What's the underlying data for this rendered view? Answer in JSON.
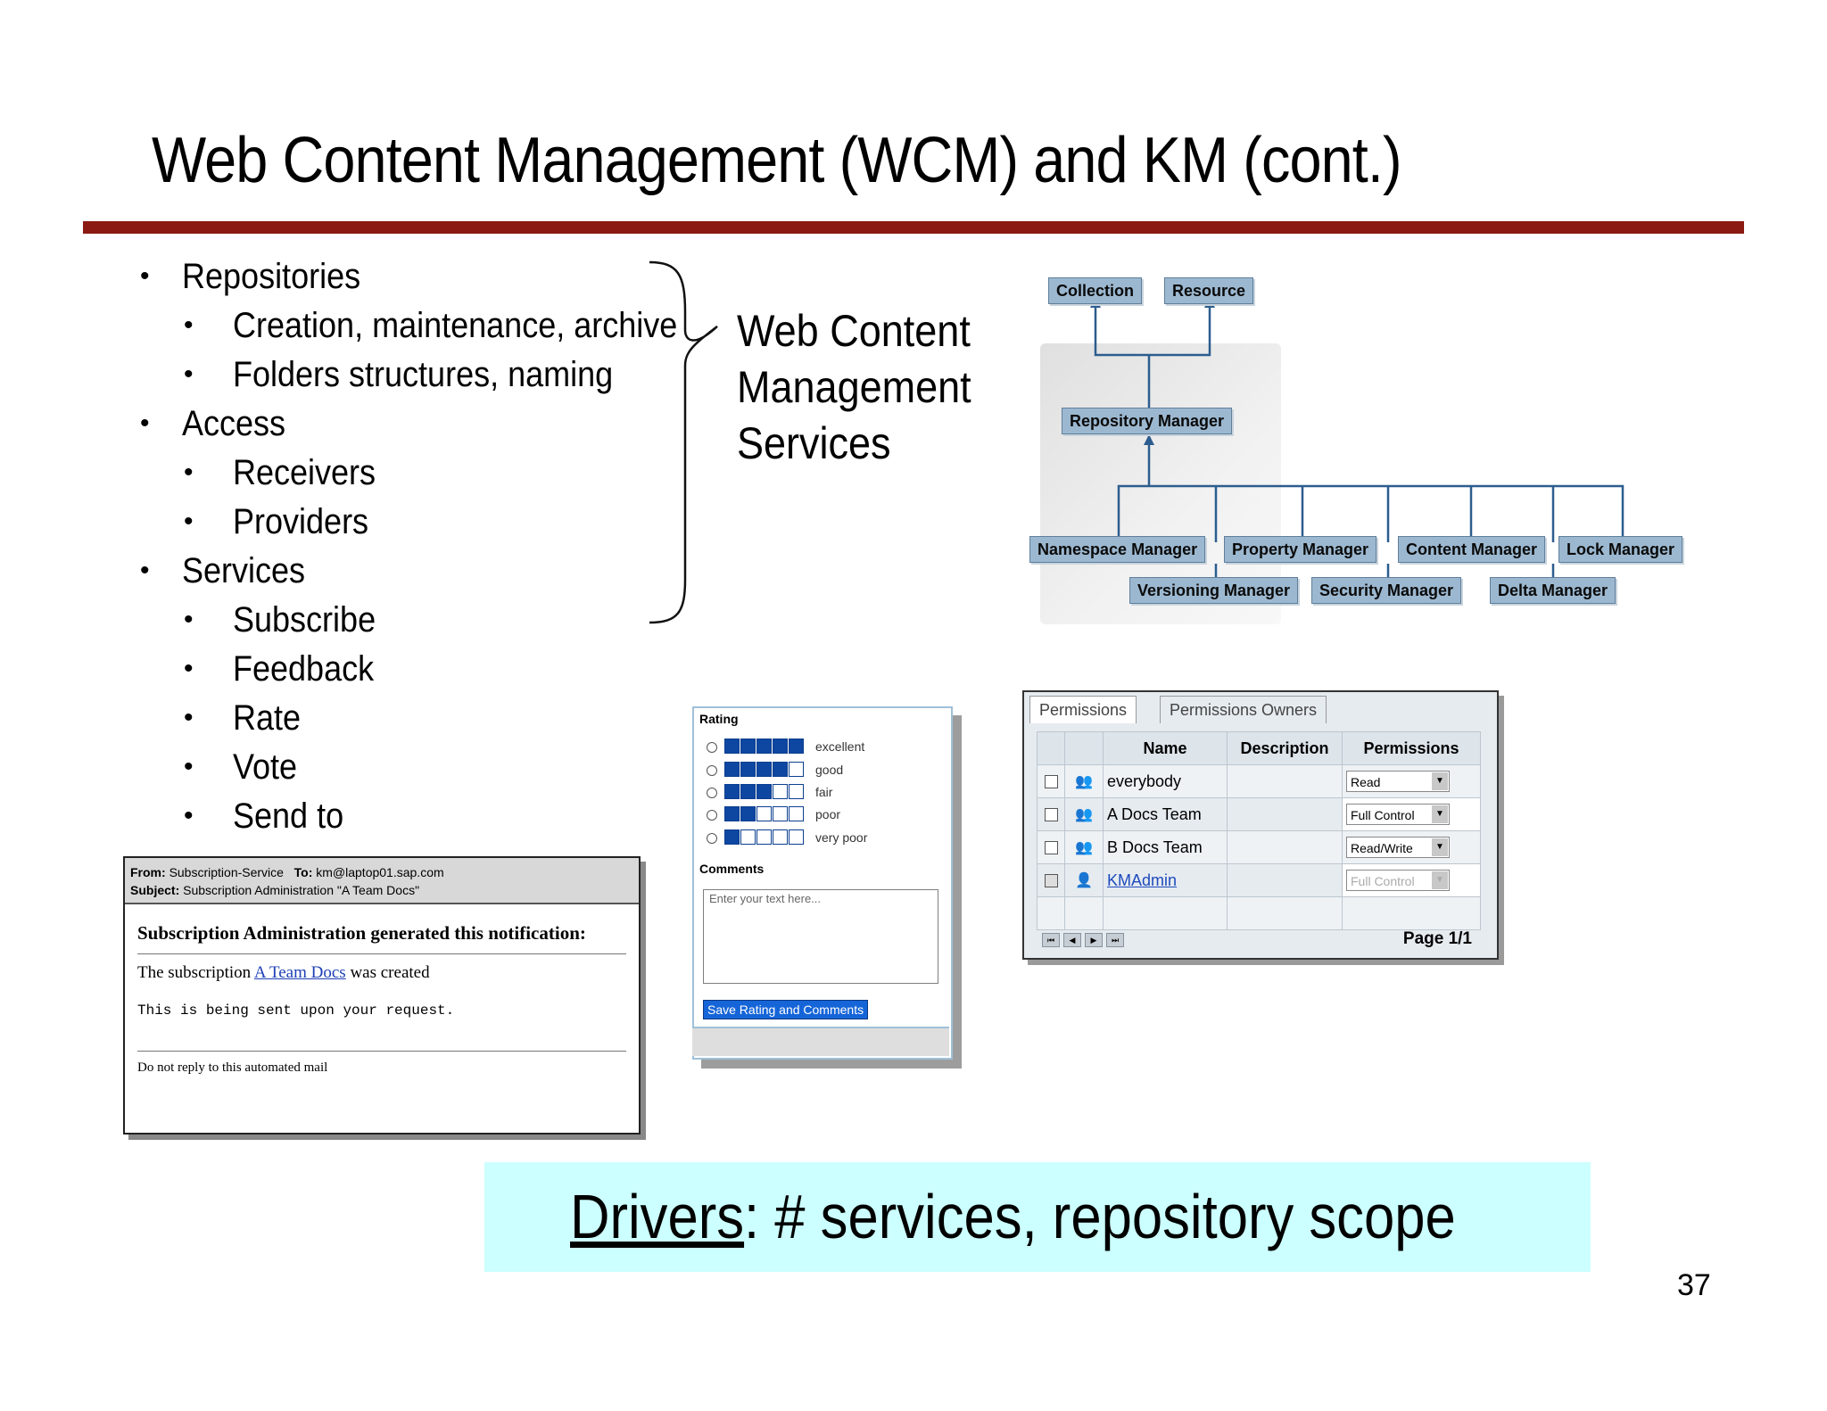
{
  "slide": {
    "title": "Web Content Management (WCM) and KM (cont.)",
    "page_number": "37",
    "accent_color": "#8b1a12"
  },
  "bullets": [
    {
      "text": "Repositories",
      "level": 1
    },
    {
      "text": "Creation, maintenance, archive",
      "level": 2
    },
    {
      "text": "Folders structures, naming",
      "level": 2
    },
    {
      "text": "Access",
      "level": 1
    },
    {
      "text": "Receivers",
      "level": 2
    },
    {
      "text": "Providers",
      "level": 2
    },
    {
      "text": "Services",
      "level": 1
    },
    {
      "text": "Subscribe",
      "level": 2
    },
    {
      "text": "Feedback",
      "level": 2
    },
    {
      "text": "Rate",
      "level": 2
    },
    {
      "text": "Vote",
      "level": 2
    },
    {
      "text": "Send to",
      "level": 2
    }
  ],
  "brace_label": {
    "line1": "Web Content",
    "line2": "Management",
    "line3": "Services"
  },
  "diagram": {
    "collection": "Collection",
    "resource": "Resource",
    "repository_manager": "Repository Manager",
    "namespace_manager": "Namespace Manager",
    "property_manager": "Property Manager",
    "content_manager": "Content Manager",
    "lock_manager": "Lock Manager",
    "versioning_manager": "Versioning Manager",
    "security_manager": "Security Manager",
    "delta_manager": "Delta Manager",
    "box_color": "#9cb8d0"
  },
  "email": {
    "from_label": "From:",
    "from_value": "Subscription-Service",
    "to_label": "To:",
    "to_value": "km@laptop01.sap.com",
    "subject_label": "Subject:",
    "subject_value": "Subscription Administration \"A Team Docs\"",
    "heading": "Subscription Administration generated this notification:",
    "line_prefix": "The subscription",
    "link_text": "A Team Docs",
    "line_suffix": "was created",
    "mono_text": "This is being sent upon your request.",
    "footer": "Do not reply to this automated mail"
  },
  "rating": {
    "label": "Rating",
    "options": [
      {
        "label": "excellent",
        "filled": 5
      },
      {
        "label": "good",
        "filled": 4
      },
      {
        "label": "fair",
        "filled": 3
      },
      {
        "label": "poor",
        "filled": 2
      },
      {
        "label": "very poor",
        "filled": 1
      }
    ],
    "comments_label": "Comments",
    "comments_placeholder": "Enter your text here...",
    "save_button": "Save Rating and Comments"
  },
  "permissions": {
    "tab1": "Permissions",
    "tab2": "Permissions Owners",
    "col_name": "Name",
    "col_description": "Description",
    "col_permissions": "Permissions",
    "rows": [
      {
        "name": "everybody",
        "permission": "Read",
        "is_link": false
      },
      {
        "name": "A Docs Team",
        "permission": "Full Control",
        "is_link": false
      },
      {
        "name": "B Docs Team",
        "permission": "Read/Write",
        "is_link": false
      },
      {
        "name": "KMAdmin",
        "permission": "Full Control",
        "is_link": true
      }
    ],
    "page_text": "Page 1/1"
  },
  "drivers": {
    "label": "Drivers",
    "rest": ": # services, repository scope",
    "background": "#ccffff"
  }
}
